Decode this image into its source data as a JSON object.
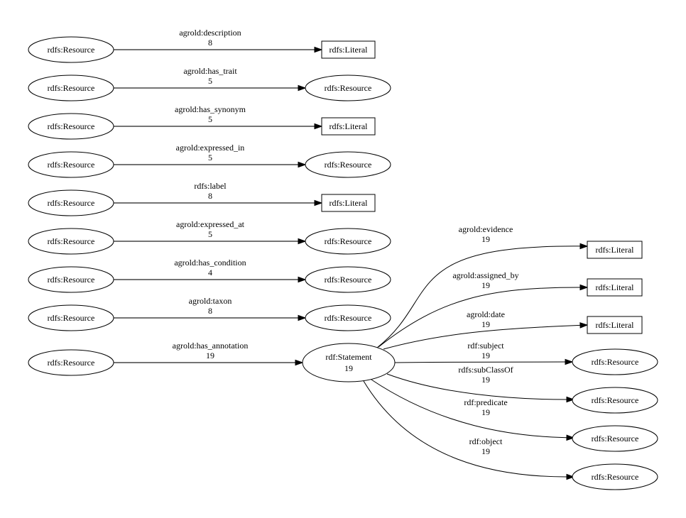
{
  "graph": {
    "type": "rdf-schema-graph",
    "left_pairs": [
      {
        "source": "rdfs:Resource",
        "predicate": "agrold:description",
        "count": "8",
        "target": "rdfs:Literal",
        "target_kind": "literal"
      },
      {
        "source": "rdfs:Resource",
        "predicate": "agrold:has_trait",
        "count": "5",
        "target": "rdfs:Resource",
        "target_kind": "resource"
      },
      {
        "source": "rdfs:Resource",
        "predicate": "agrold:has_synonym",
        "count": "5",
        "target": "rdfs:Literal",
        "target_kind": "literal"
      },
      {
        "source": "rdfs:Resource",
        "predicate": "agrold:expressed_in",
        "count": "5",
        "target": "rdfs:Resource",
        "target_kind": "resource"
      },
      {
        "source": "rdfs:Resource",
        "predicate": "rdfs:label",
        "count": "8",
        "target": "rdfs:Literal",
        "target_kind": "literal"
      },
      {
        "source": "rdfs:Resource",
        "predicate": "agrold:expressed_at",
        "count": "5",
        "target": "rdfs:Resource",
        "target_kind": "resource"
      },
      {
        "source": "rdfs:Resource",
        "predicate": "agrold:has_condition",
        "count": "4",
        "target": "rdfs:Resource",
        "target_kind": "resource"
      },
      {
        "source": "rdfs:Resource",
        "predicate": "agrold:taxon",
        "count": "8",
        "target": "rdfs:Resource",
        "target_kind": "resource"
      },
      {
        "source": "rdfs:Resource",
        "predicate": "agrold:has_annotation",
        "count": "19",
        "target": "rdf:Statement",
        "target_kind": "statement",
        "target_count": "19"
      }
    ],
    "statement_edges": [
      {
        "predicate": "agrold:evidence",
        "count": "19",
        "target": "rdfs:Literal",
        "target_kind": "literal"
      },
      {
        "predicate": "agrold:assigned_by",
        "count": "19",
        "target": "rdfs:Literal",
        "target_kind": "literal"
      },
      {
        "predicate": "agrold:date",
        "count": "19",
        "target": "rdfs:Literal",
        "target_kind": "literal"
      },
      {
        "predicate": "rdf:subject",
        "count": "19",
        "target": "rdfs:Resource",
        "target_kind": "resource"
      },
      {
        "predicate": "rdfs:subClassOf",
        "count": "19",
        "target": "rdfs:Resource",
        "target_kind": "resource"
      },
      {
        "predicate": "rdf:predicate",
        "count": "19",
        "target": "rdfs:Resource",
        "target_kind": "resource"
      },
      {
        "predicate": "rdf:object",
        "count": "19",
        "target": "rdfs:Resource",
        "target_kind": "resource"
      }
    ]
  }
}
